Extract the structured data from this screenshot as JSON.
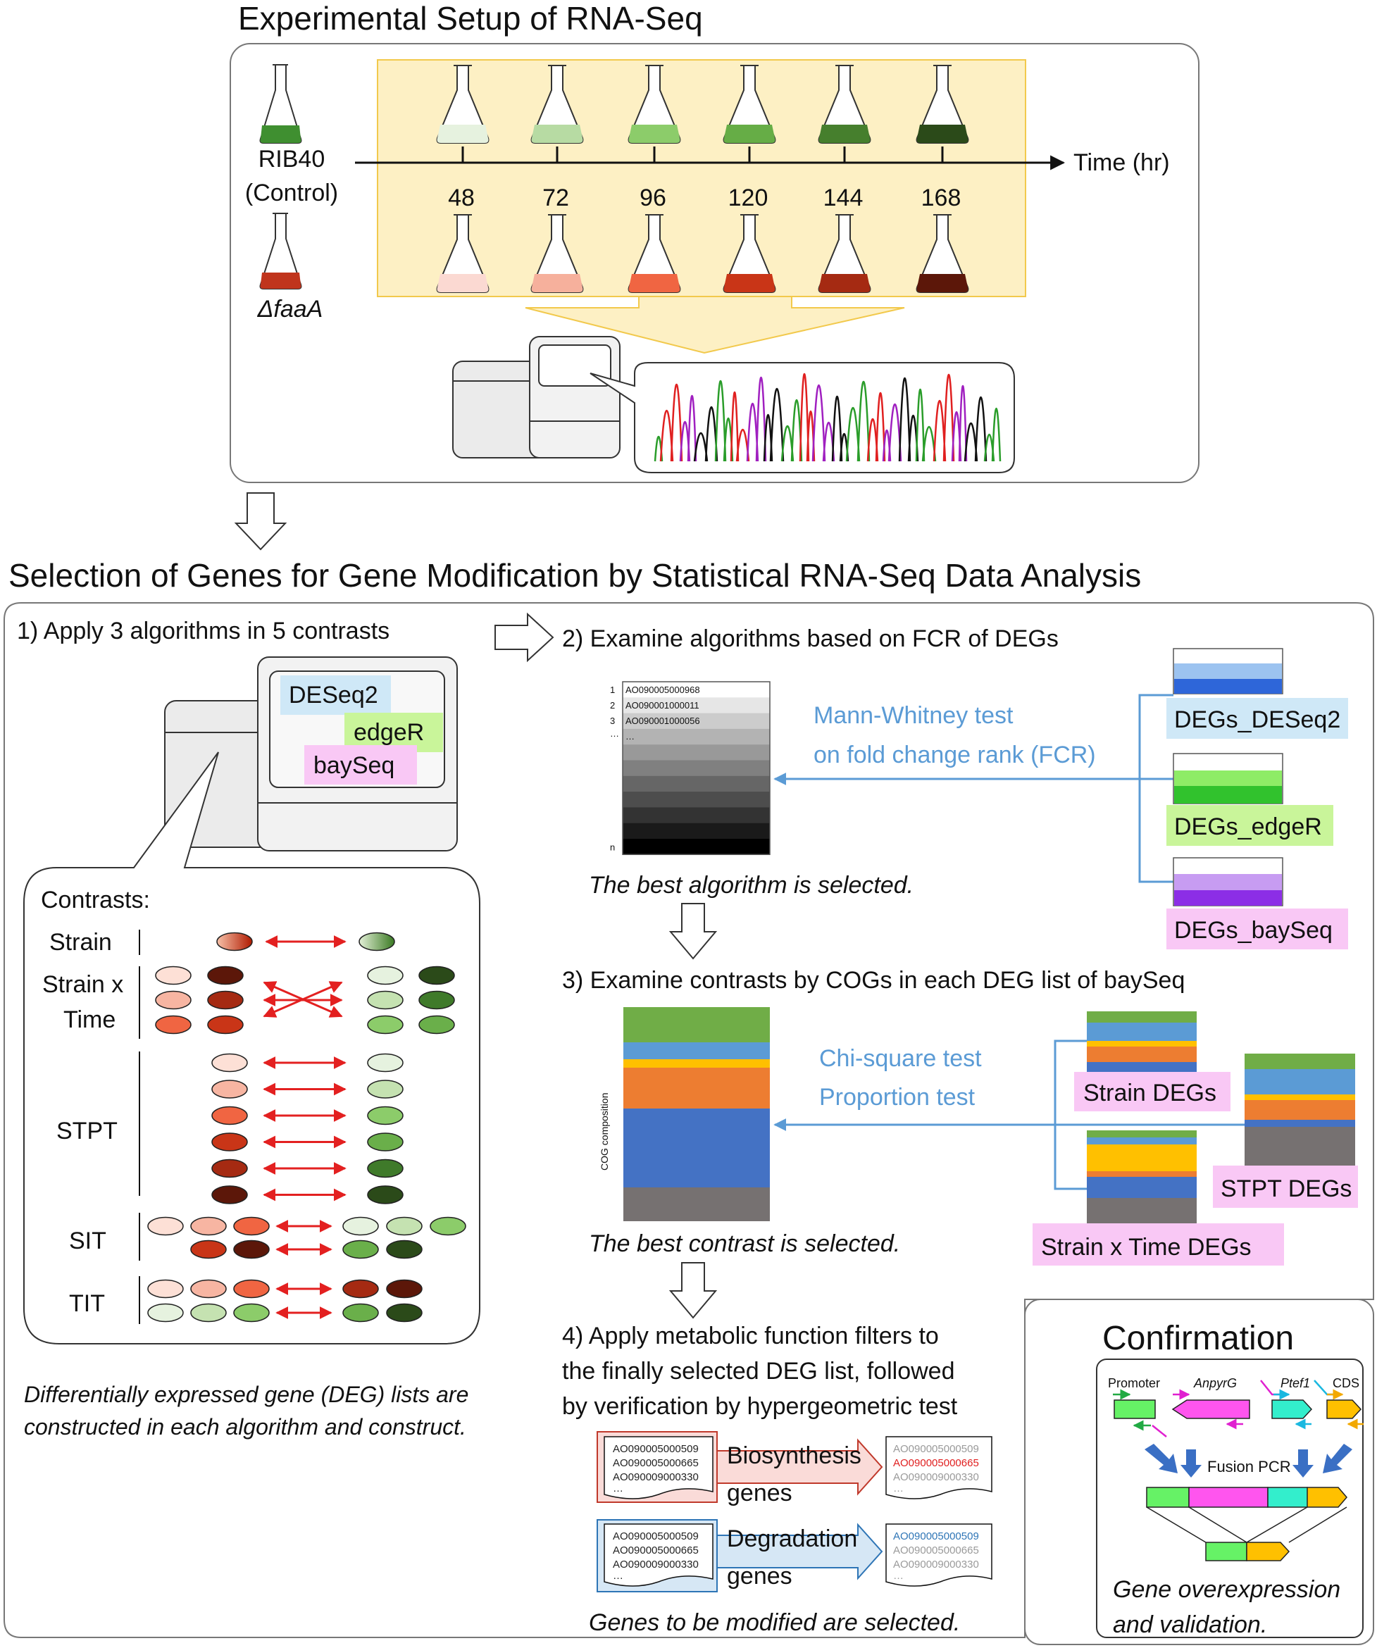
{
  "colors": {
    "yellow_panel": "#fdf0c4",
    "blue_arrow": "#5b9bd5",
    "red_arrow": "#e32020",
    "highlight_blue": "#cfe8f7",
    "highlight_green": "#c9f59a",
    "highlight_pink": "#f9c8f5"
  },
  "top": {
    "title": "Experimental Setup of RNA-Seq",
    "rib40": "RIB40",
    "control": "(Control)",
    "mutant": "ΔfaaA",
    "time_label": "Time (hr)",
    "timepoints": [
      "48",
      "72",
      "96",
      "120",
      "144",
      "168"
    ]
  },
  "main_title": "Selection of Genes for Gene Modification by Statistical RNA-Seq Data Analysis",
  "step1": {
    "title": "1) Apply 3 algorithms in 5 contrasts",
    "algorithms": [
      "DESeq2",
      "edgeR",
      "baySeq"
    ],
    "contrasts_title": "Contrasts:",
    "contrast_labels": [
      "Strain",
      "Strain x",
      "Time",
      "STPT",
      "SIT",
      "TIT"
    ],
    "caption_line1": "Differentially expressed gene (DEG) lists are",
    "caption_line2": "constructed in each algorithm and construct."
  },
  "step2": {
    "title": "2) Examine algorithms based on FCR of DEGs",
    "test_line1": "Mann-Whitney test",
    "test_line2": "on fold change rank (FCR)",
    "rank_numbers": [
      "1",
      "2",
      "3",
      "…",
      "n"
    ],
    "rank_genes": [
      "AO090005000968",
      "AO090001000011",
      "AO090001000056",
      "…"
    ],
    "deg_lists": [
      "DEGs_DESeq2",
      "DEGs_edgeR",
      "DEGs_baySeq"
    ],
    "caption": "The best algorithm is selected."
  },
  "step3": {
    "title": "3) Examine contrasts by COGs in each DEG list of baySeq",
    "axis_label": "COG composition",
    "test_line1": "Chi-square test",
    "test_line2": "Proportion test",
    "deg_lists": [
      "Strain DEGs",
      "STPT DEGs",
      "Strain x Time DEGs"
    ],
    "caption": "The best contrast is selected."
  },
  "step4": {
    "line1": "4) Apply metabolic function filters to",
    "line2": "the finally selected DEG list, followed",
    "line3": "by verification by hypergeometric test",
    "filter1_line1": "Biosynthesis",
    "filter1_line2": "genes",
    "filter2_line1": "Degradation",
    "filter2_line2": "genes",
    "input_genes": [
      "AO090005000509",
      "AO090005000665",
      "AO090009000330",
      "…"
    ],
    "bio_output": [
      "AO090005000509",
      "AO090005000665",
      "AO090009000330",
      "…"
    ],
    "deg_output": [
      "AO090005000509",
      "AO090005000665",
      "AO090009000330",
      "…"
    ],
    "caption": "Genes to be modified are selected."
  },
  "confirmation": {
    "title": "Confirmation",
    "labels": [
      "Promoter",
      "AnpyrG",
      "Ptef1",
      "CDS"
    ],
    "pcr": "Fusion PCR",
    "caption_line1": "Gene overexpression",
    "caption_line2": "and validation."
  }
}
